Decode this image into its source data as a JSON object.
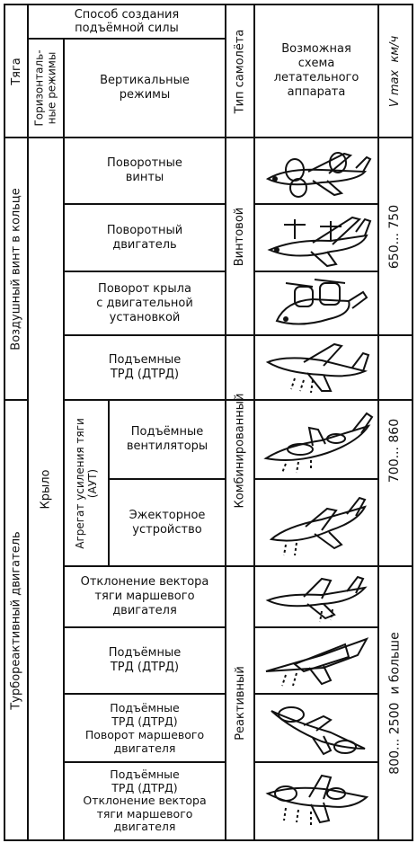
{
  "header": {
    "thrust": "Тяга",
    "lift_method": "Способ создания\nподъёмной силы",
    "horizontal_modes": "Горизонталь-\nные режимы",
    "vertical_modes": "Вертикальные\nрежимы",
    "aircraft_type": "Тип самолёта",
    "scheme": "Возможная\nсхема\nлетательного\nаппарата",
    "vmax": "V max  км/ч"
  },
  "left_column": {
    "ducted_fan": "Воздушный винт в кольце",
    "turbojet": "Турбореактивный двигатель"
  },
  "horizontal_col": {
    "wing": "Крыло"
  },
  "aut_label": "Агрегат усиления тяги\n(АУТ)",
  "rows": [
    {
      "label": "Поворотные\nвинты"
    },
    {
      "label": "Поворотный\nдвигатель"
    },
    {
      "label": "Поворот крыла\nс двигательной\nустановкой"
    },
    {
      "label": "Подъемные\nТРД (ДТРД)"
    },
    {
      "label": "Подъёмные\nвентиляторы"
    },
    {
      "label": "Эжекторное\nустройство"
    },
    {
      "label": "Отклонение вектора\nтяги маршевого\nдвигателя"
    },
    {
      "label": "Подъёмные\nТРД (ДТРД)"
    },
    {
      "label": "Подъёмные\nТРД (ДТРД)\nПоворот маршевого\nдвигателя"
    },
    {
      "label": "Подъёмные\nТРД (ДТРД)\nОтклонение вектора\nтяги маршевого\nдвигателя"
    }
  ],
  "aircraft_types": {
    "propeller": "Винтовой",
    "combined": "Комбинированный",
    "jet": "Реактивный"
  },
  "speeds": {
    "propeller": "650... 750",
    "combined": "700... 860",
    "jet": "800... 2500  и больше"
  },
  "icons": [
    "tilt-rotor-aircraft-icon",
    "tilt-engine-aircraft-icon",
    "tilt-wing-aircraft-icon",
    "lift-jet-aircraft-icon",
    "lift-fan-aircraft-icon",
    "ejector-aircraft-icon",
    "vectored-thrust-aircraft-icon",
    "delta-lift-jet-aircraft-icon",
    "swivel-engine-aircraft-icon",
    "combined-vtol-aircraft-icon"
  ]
}
